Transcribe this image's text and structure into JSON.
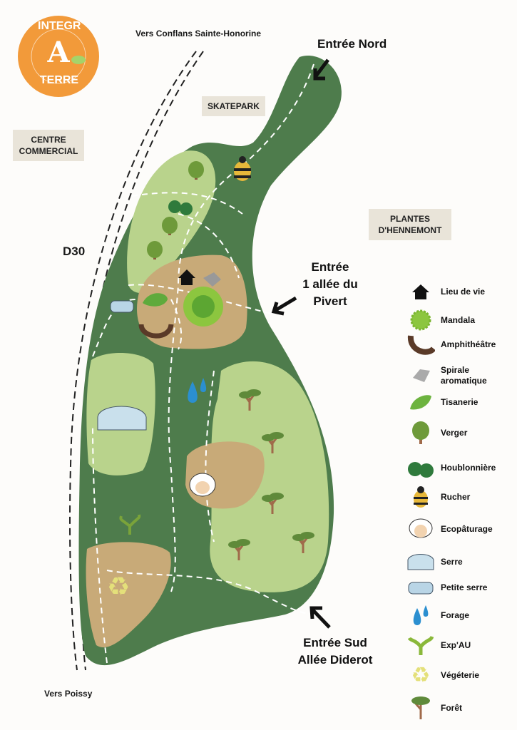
{
  "logo": {
    "top": "INTEGR",
    "letter": "A",
    "bottom": "TERRE",
    "color": "#f29a3a"
  },
  "labels": {
    "north_direction": "Vers Conflans Sainte-Honorine",
    "south_direction": "Vers Poissy",
    "skatepark": "SKATEPARK",
    "centre_commercial": [
      "CENTRE",
      "COMMERCIAL"
    ],
    "plantes": [
      "PLANTES",
      "D'HENNEMONT"
    ],
    "road": "D30",
    "entree_nord": "Entrée Nord",
    "entree_pivert": [
      "Entrée",
      "1 allée du",
      "Pivert"
    ],
    "entree_sud": [
      "Entrée Sud",
      "Allée Diderot"
    ]
  },
  "colors": {
    "park": "#4e7c4c",
    "meadow": "#b9d38c",
    "soil": "#c8aa78"
  },
  "legend": [
    {
      "icon": "house-icon",
      "label": "Lieu de vie"
    },
    {
      "icon": "mandala-icon",
      "label": "Mandala"
    },
    {
      "icon": "amphitheatre-icon",
      "label": "Amphithéâtre"
    },
    {
      "icon": "aromatic-spiral-icon",
      "label": "Spirale aromatique"
    },
    {
      "icon": "herb-leaf-icon",
      "label": "Tisanerie"
    },
    {
      "icon": "orchard-tree-icon",
      "label": "Verger"
    },
    {
      "icon": "hops-icon",
      "label": "Houblonnière"
    },
    {
      "icon": "bee-icon",
      "label": "Rucher"
    },
    {
      "icon": "sheep-icon",
      "label": "Ecopâturage"
    },
    {
      "icon": "greenhouse-icon",
      "label": "Serre"
    },
    {
      "icon": "small-greenhouse-icon",
      "label": "Petite serre"
    },
    {
      "icon": "water-drops-icon",
      "label": "Forage"
    },
    {
      "icon": "sprout-icon",
      "label": "Exp'AU"
    },
    {
      "icon": "recycle-icon",
      "label": "Végéterie"
    },
    {
      "icon": "forest-tree-icon",
      "label": "Forêt"
    }
  ]
}
